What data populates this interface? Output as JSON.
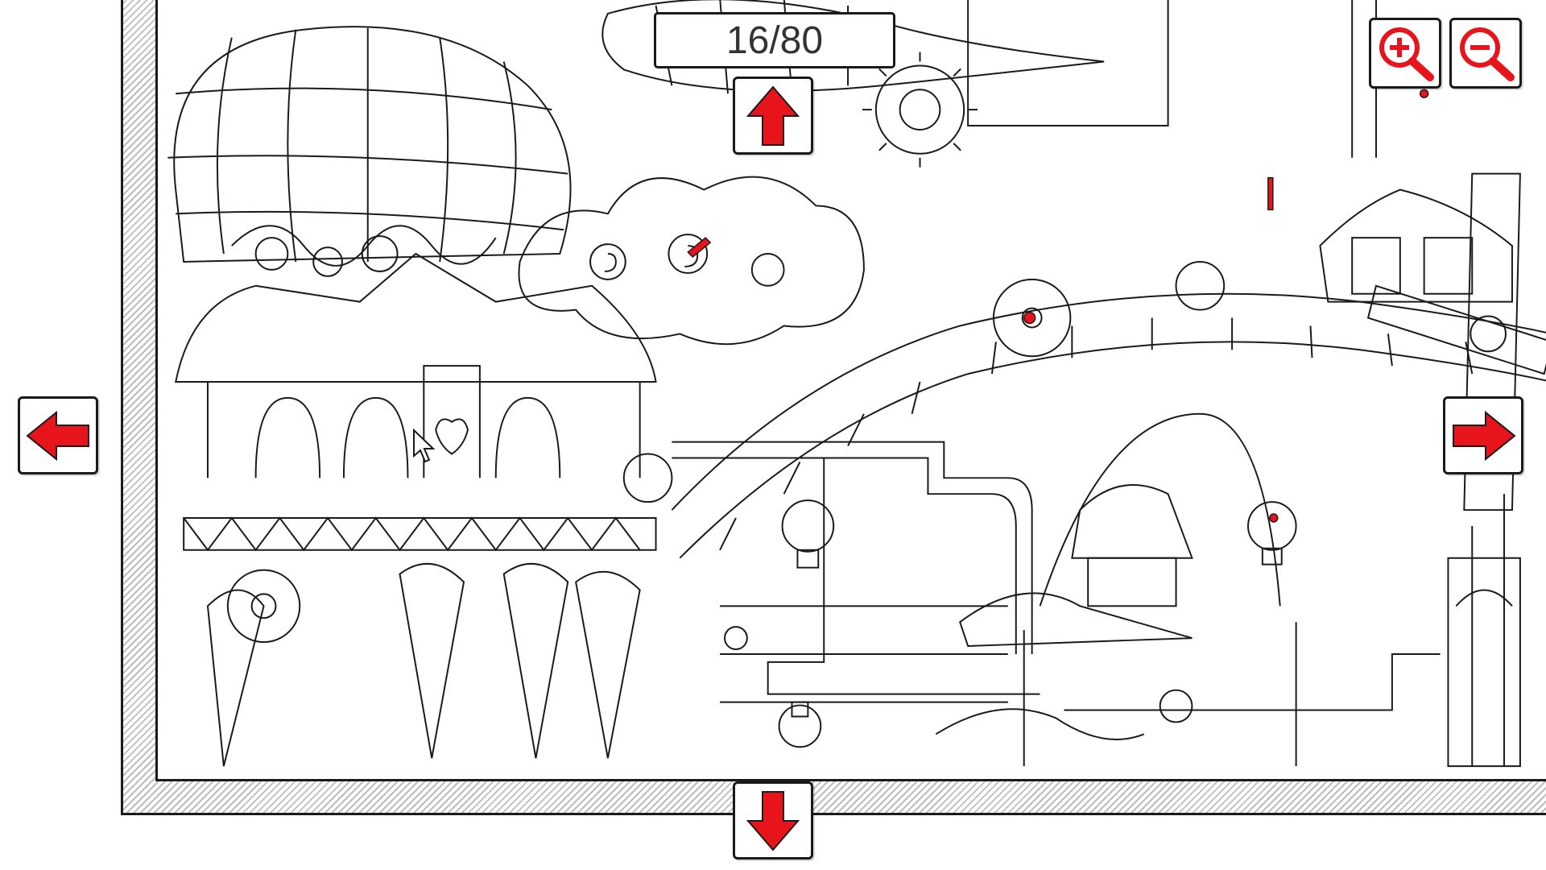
{
  "page_counter": {
    "current": 16,
    "total": 80,
    "label": "16/80"
  },
  "controls": {
    "scroll_left": "arrow-left-icon",
    "scroll_up": "arrow-up-icon",
    "scroll_down": "arrow-down-icon",
    "scroll_right": "arrow-right-icon",
    "zoom_in": "zoom-in-icon",
    "zoom_out": "zoom-out-icon"
  },
  "colors": {
    "accent": "#e8141b",
    "line": "#1a1a1a",
    "counter_text": "#333333",
    "frame_hatch": "#bdbdbd"
  }
}
